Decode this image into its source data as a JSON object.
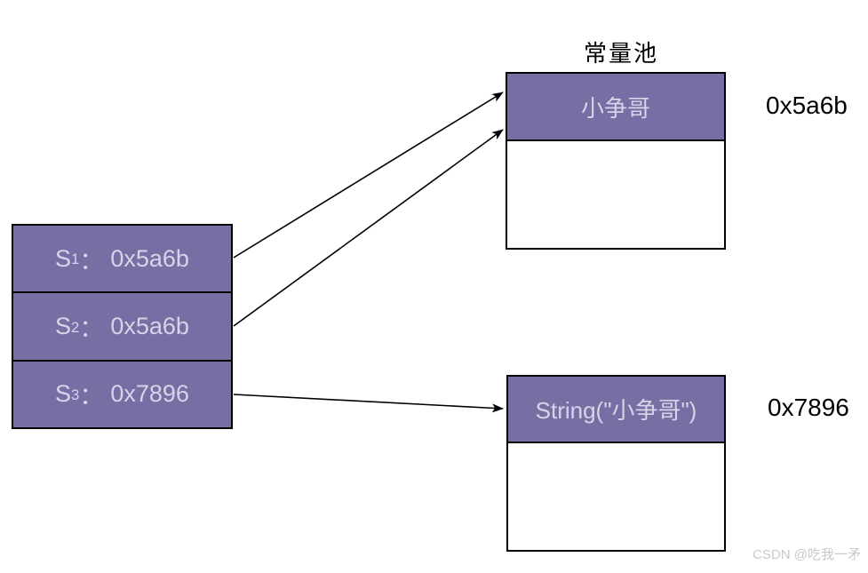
{
  "diagram": {
    "title": "常量池",
    "constant_pool_box": {
      "content": "小争哥",
      "address": "0x5a6b"
    },
    "heap_box": {
      "content": "String(\"小争哥\")",
      "address": "0x7896"
    },
    "variables": {
      "rows": [
        {
          "name": "S",
          "sub": "1",
          "sep": "：",
          "value": "0x5a6b"
        },
        {
          "name": "S",
          "sub": "2",
          "sep": "：",
          "value": "0x5a6b"
        },
        {
          "name": "S",
          "sub": "3",
          "sep": "：",
          "value": "0x7896"
        }
      ]
    },
    "watermark": "CSDN @吃我一矛",
    "colors": {
      "box_fill": "#756fa4",
      "box_text": "#d8d3e8",
      "border": "#000000",
      "label_text": "#000000",
      "watermark": "#c9c9c9"
    }
  }
}
